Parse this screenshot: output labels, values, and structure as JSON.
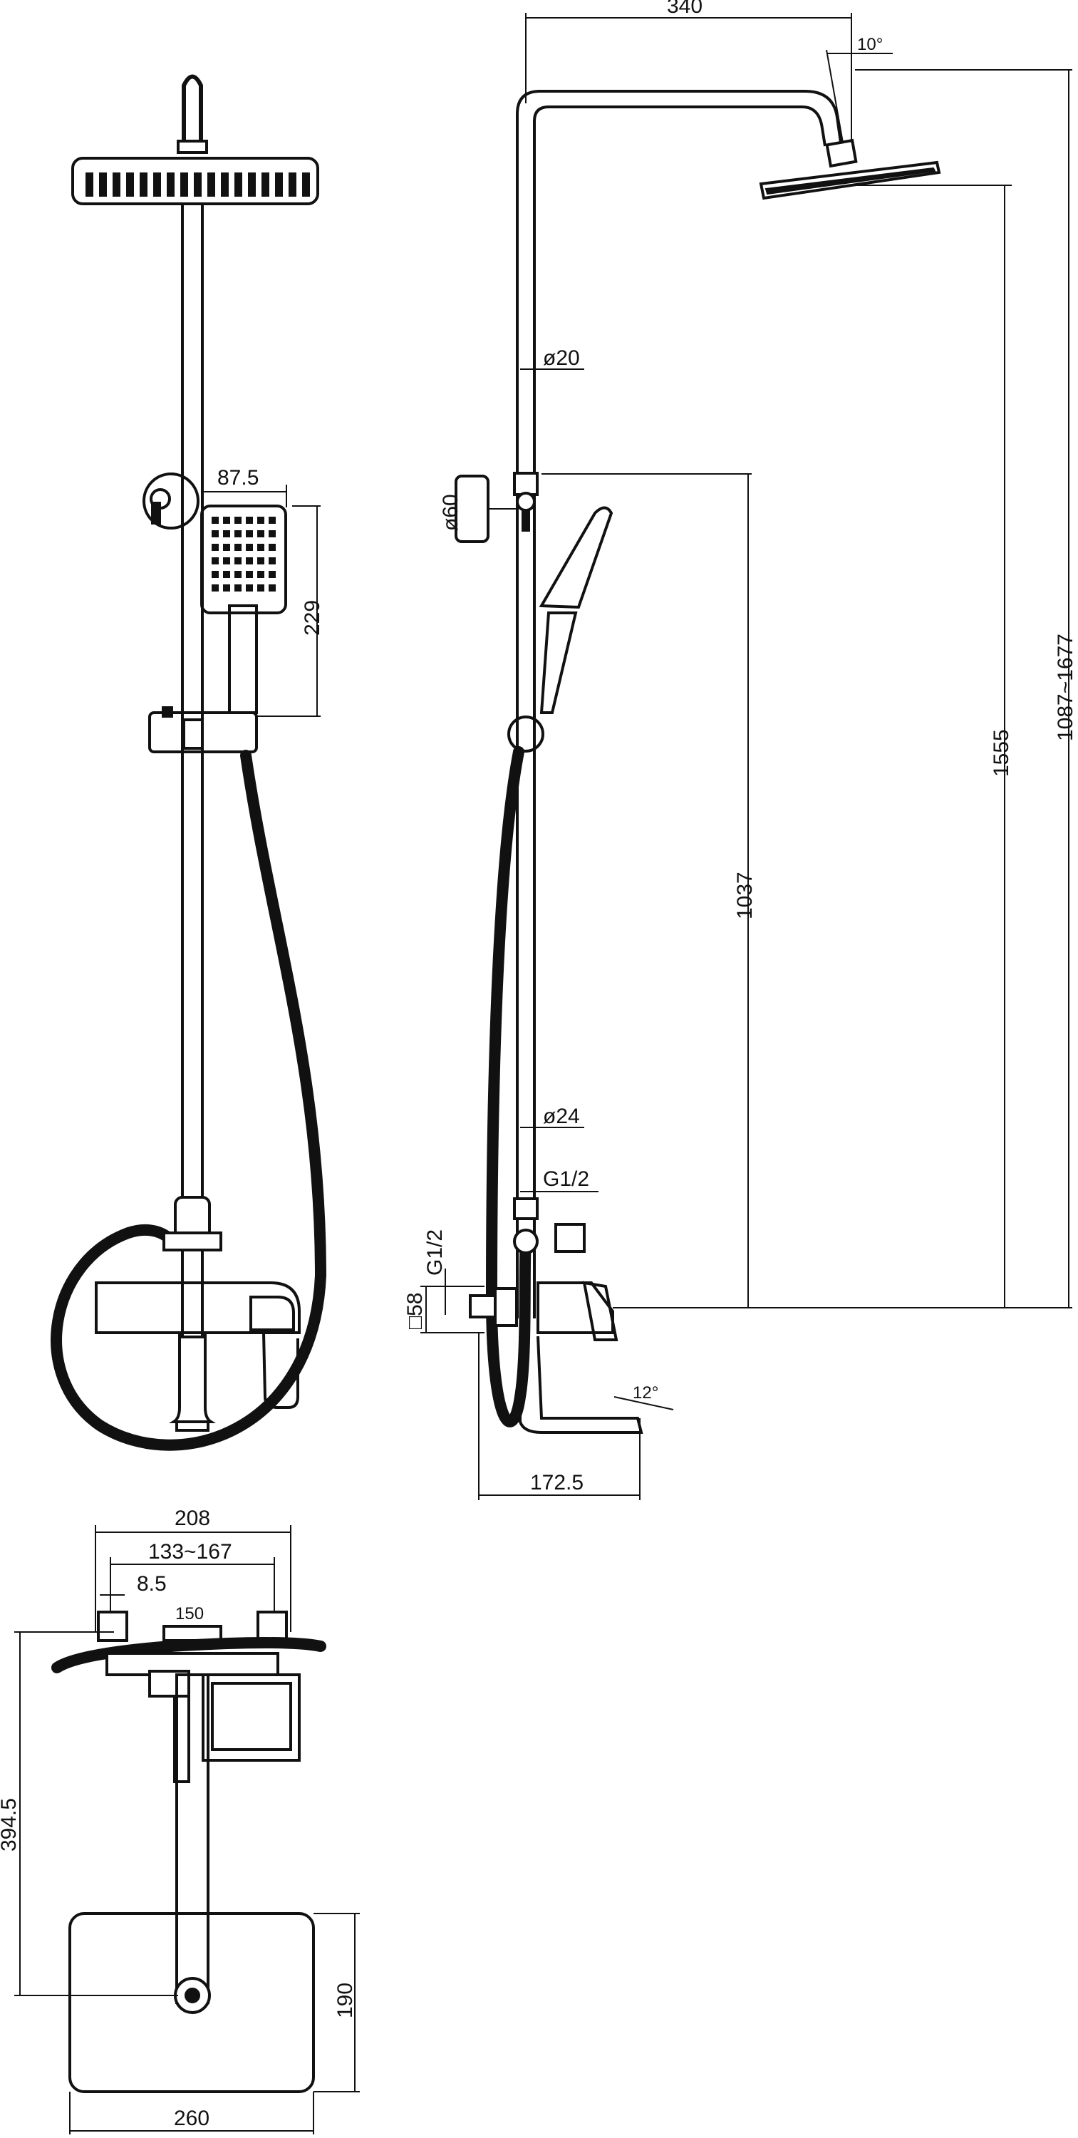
{
  "drawing": {
    "front_view": {
      "hand_shower_width": "87.5",
      "hand_shower_height": "229"
    },
    "side_view": {
      "top_width": "340",
      "head_tilt": "10°",
      "rail_diameter": "ø20",
      "bracket_diameter": "ø60",
      "pipe_diameter": "ø24",
      "inlet_thread": "G1/2",
      "inlet_thread_vertical": "G1/2",
      "square_size": "□58",
      "spout_angle": "12°",
      "height_holder": "1037",
      "height_head": "1555",
      "height_range": "1087~1677",
      "spout_depth": "172.5"
    },
    "top_view": {
      "overall_width": "208",
      "centers_range": "133~167",
      "inlet_offset": "8.5",
      "centers_nominal": "150",
      "depth_total": "394.5",
      "head_depth": "190",
      "head_width": "260"
    }
  }
}
